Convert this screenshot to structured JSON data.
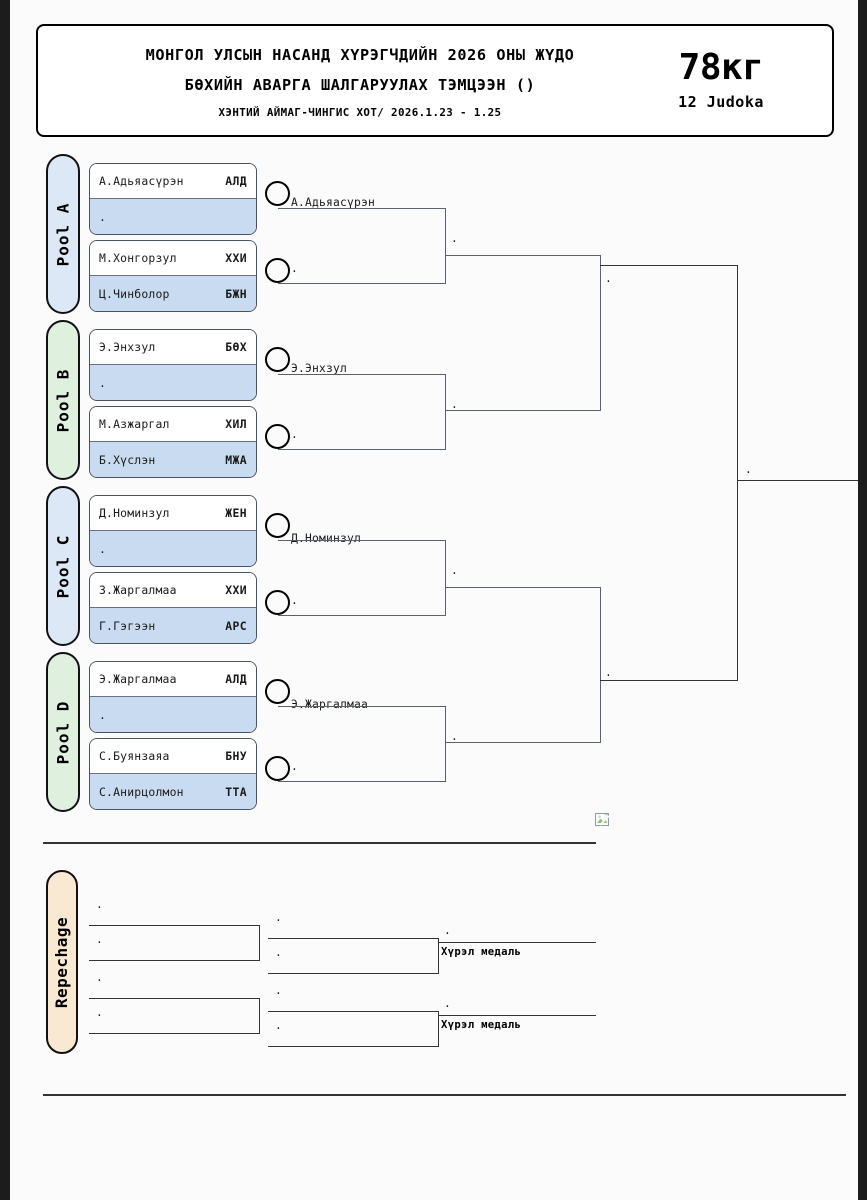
{
  "header": {
    "title_line1": "МОНГОЛ УЛСЫН НАСАНД ХҮРЭГЧДИЙН 2026 ОНЫ ЖҮДО",
    "title_line2": "БӨХИЙН АВАРГА ШАЛГАРУУЛАХ ТЭМЦЭЭН ()",
    "subtitle": "ХЭНТИЙ АЙМАГ-ЧИНГИС ХОТ/ 2026.1.23 - 1.25",
    "weight_class": "78кг",
    "judoka_count": "12 Judoka"
  },
  "colors": {
    "pool_a_tab": "#dde8f7",
    "pool_b_tab": "#dff0df",
    "pool_c_tab": "#dde8f7",
    "pool_d_tab": "#dff0df",
    "repechage_tab": "#fae9d2",
    "row_highlight": "#c9dbf0",
    "box_border": "#4a5160",
    "line": "#5b6070"
  },
  "pools": [
    {
      "label": "Pool A",
      "tab_color": "#dde8f7",
      "boxes": [
        {
          "rows": [
            {
              "name": "А.Адьяасүрэн",
              "club": "АЛД"
            },
            {
              "name": ".",
              "club": ""
            }
          ]
        },
        {
          "rows": [
            {
              "name": "М.Хонгорзул",
              "club": "ХХИ"
            },
            {
              "name": "Ц.Чинболор",
              "club": "БЖН"
            }
          ]
        }
      ],
      "winner": "А.Адьяасүрэн",
      "runner": "."
    },
    {
      "label": "Pool B",
      "tab_color": "#dff0df",
      "boxes": [
        {
          "rows": [
            {
              "name": "Э.Энхзул",
              "club": "БӨХ"
            },
            {
              "name": ".",
              "club": ""
            }
          ]
        },
        {
          "rows": [
            {
              "name": "М.Азжаргал",
              "club": "ХИЛ"
            },
            {
              "name": "Б.Хүслэн",
              "club": "МЖА"
            }
          ]
        }
      ],
      "winner": "Э.Энхзул",
      "runner": "."
    },
    {
      "label": "Pool C",
      "tab_color": "#dde8f7",
      "boxes": [
        {
          "rows": [
            {
              "name": "Д.Номинзул",
              "club": "ЖЕН"
            },
            {
              "name": ".",
              "club": ""
            }
          ]
        },
        {
          "rows": [
            {
              "name": "З.Жаргалмаа",
              "club": "ХХИ"
            },
            {
              "name": "Г.Гэгээн",
              "club": "АРС"
            }
          ]
        }
      ],
      "winner": "Д.Номинзул",
      "runner": "."
    },
    {
      "label": "Pool D",
      "tab_color": "#dff0df",
      "boxes": [
        {
          "rows": [
            {
              "name": "Э.Жаргалмаа",
              "club": "АЛД"
            },
            {
              "name": ".",
              "club": ""
            }
          ]
        },
        {
          "rows": [
            {
              "name": "С.Буянзаяа",
              "club": "БНУ"
            },
            {
              "name": "С.Анирцолмон",
              "club": "ТТА"
            }
          ]
        }
      ],
      "winner": "Э.Жаргалмаа",
      "runner": "."
    }
  ],
  "bracket": {
    "semifinal_top": ".",
    "semifinal_bottom": ".",
    "quarter_ab": ".",
    "quarter_cd": ".",
    "final": "."
  },
  "repechage": {
    "label": "Repechage",
    "groups": [
      {
        "entry_top": ".",
        "entry_bottom": ".",
        "mid_top": ".",
        "mid_bottom": ".",
        "result_slot": ".",
        "medal_label": "Хүрэл медаль"
      },
      {
        "entry_top": ".",
        "entry_bottom": ".",
        "mid_top": ".",
        "mid_bottom": ".",
        "result_slot": ".",
        "medal_label": "Хүрэл медаль"
      }
    ]
  },
  "icons": {
    "broken_image": "broken-image-icon"
  }
}
